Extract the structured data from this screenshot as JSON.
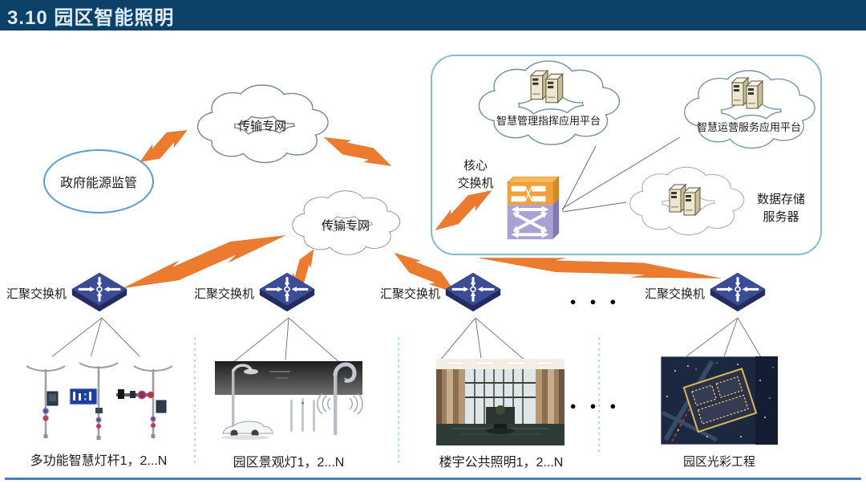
{
  "header": {
    "title": "3.10 园区智能照明"
  },
  "nodes": {
    "government": {
      "label": "政府能源监管"
    },
    "wan_top": {
      "label": "传输专网"
    },
    "wan_mid": {
      "label": "传输专网"
    },
    "platform_mgmt": {
      "label": "智慧管理指挥应用平台"
    },
    "platform_ops": {
      "label": "智慧运营服务应用平台"
    },
    "core_switch": {
      "label_line1": "核心",
      "label_line2": "交换机"
    },
    "storage": {
      "label_line1": "数据存储",
      "label_line2": "服务器"
    }
  },
  "aggregation_switches": [
    {
      "label": "汇聚交换机"
    },
    {
      "label": "汇聚交换机"
    },
    {
      "label": "汇聚交换机"
    },
    {
      "label": "汇聚交换机"
    }
  ],
  "endpoints": [
    {
      "label": "多功能智慧灯杆1，2...N",
      "image": "smart-light-poles"
    },
    {
      "label": "园区景观灯1，2...N",
      "image": "landscape-lights"
    },
    {
      "label": "楼宇公共照明1，2...N",
      "image": "building-public-lighting"
    },
    {
      "label": "园区光彩工程",
      "image": "park-night-lighting"
    }
  ],
  "ellipsis": "●●●",
  "icons": {
    "core_switch_icon": "layer3-switch-icon",
    "aggregation_switch_icon": "workgroup-switch-icon",
    "server_icon": "server-towers-icon",
    "lightning": "wireless-link-bolt"
  },
  "colors": {
    "title_bar": "#0E4168",
    "lightning_orange": "#ED7B2F",
    "platform_box_border": "#85BCD8",
    "cloud_outline": "#6E8399",
    "switch_navy": "#3C4C96",
    "core_switch_orange": "#F2A037",
    "core_switch_purple": "#A9A1D5",
    "bottom_rule": "#4F7CB8"
  }
}
